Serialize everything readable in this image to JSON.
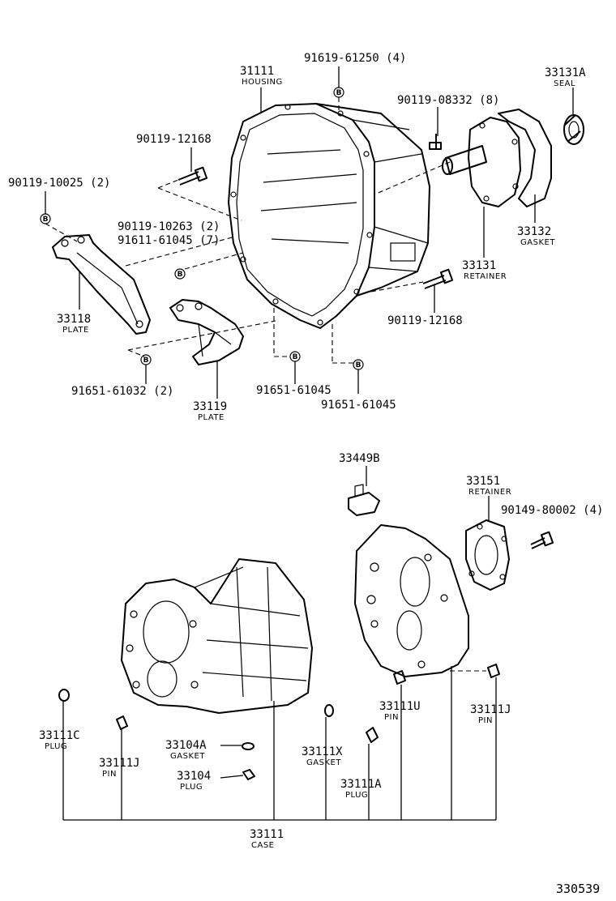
{
  "labels": {
    "p31111": "31111",
    "p31111_sub": "HOUSING",
    "p91619": "91619-61250 (4)",
    "p33131a": "33131A",
    "p33131a_sub": "SEAL",
    "p90119_08332": "90119-08332 (8)",
    "p90119_12168_top": "90119-12168",
    "p90119_10025": "90119-10025 (2)",
    "p90119_10263": "90119-10263 (2)",
    "p91611": "91611-61045 (7)",
    "p33132": "33132",
    "p33132_sub": "GASKET",
    "p33131": "33131",
    "p33131_sub": "RETAINER",
    "p90119_12168_bot": "90119-12168",
    "p33118": "33118",
    "p33118_sub": "PLATE",
    "p91651_61032": "91651-61032 (2)",
    "p91651_61045_a": "91651-61045",
    "p91651_61045_b": "91651-61045",
    "p33119": "33119",
    "p33119_sub": "PLATE",
    "p33449b": "33449B",
    "p33151": "33151",
    "p33151_sub": "RETAINER",
    "p90149": "90149-80002 (4)",
    "p33111c": "33111C",
    "p33111c_sub": "PLUG",
    "p33111j_left": "33111J",
    "p33111j_left_sub": "PIN",
    "p33104a": "33104A",
    "p33104a_sub": "GASKET",
    "p33104": "33104",
    "p33104_sub": "PLUG",
    "p33111x": "33111X",
    "p33111x_sub": "GASKET",
    "p33111u": "33111U",
    "p33111u_sub": "PIN",
    "p33111j_right": "33111J",
    "p33111j_right_sub": "PIN",
    "p33111a": "33111A",
    "p33111a_sub": "PLUG",
    "p33111": "33111",
    "p33111_sub": "CASE",
    "drawing_ref": "330539",
    "bolt_marker": "B"
  }
}
